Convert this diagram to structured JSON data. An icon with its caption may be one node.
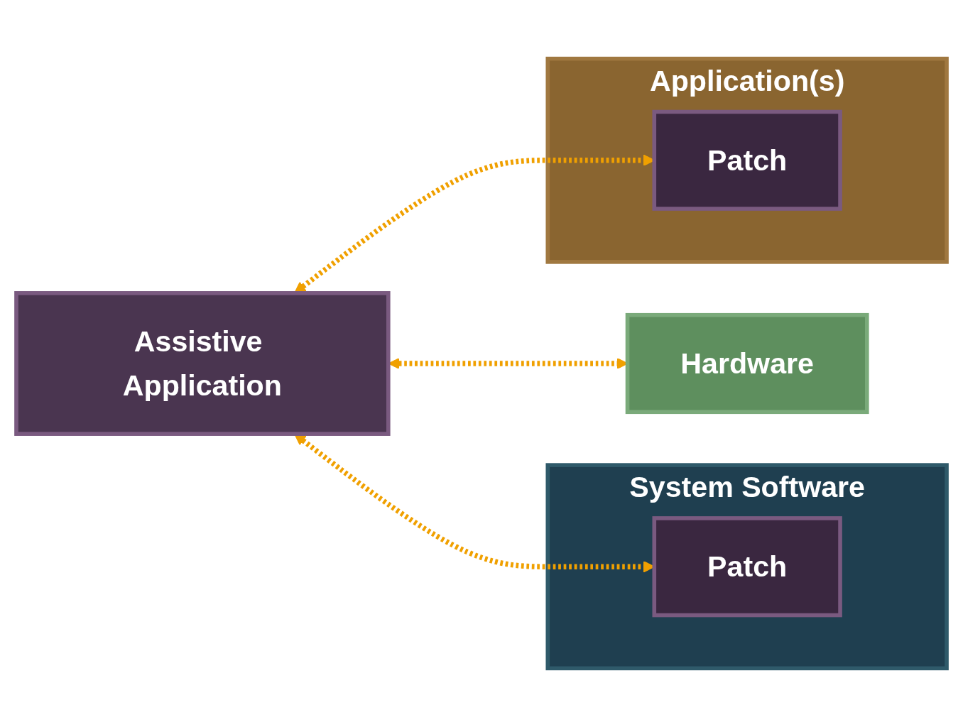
{
  "diagram": {
    "nodes": [
      {
        "text": [
          "Assistive Application"
        ]
      },
      {
        "text": [
          "Hardware"
        ]
      },
      {
        "text": [
          "System Software"
        ]
      },
      {
        "text": [
          "Patch"
        ],
        "in": 2
      },
      {
        "text": [
          "Application(s)"
        ]
      },
      {
        "text": [
          "Patch"
        ],
        "in": 4
      }
    ],
    "edges": [
      {
        "from": 0,
        "to": 1,
        "arrow": "both",
        "style": "dashed"
      },
      {
        "from": 0,
        "to": 3,
        "arrow": "both",
        "style": "dashed"
      },
      {
        "from": 0,
        "to": 5,
        "arrow": "both",
        "style": "dashed"
      }
    ]
  }
}
